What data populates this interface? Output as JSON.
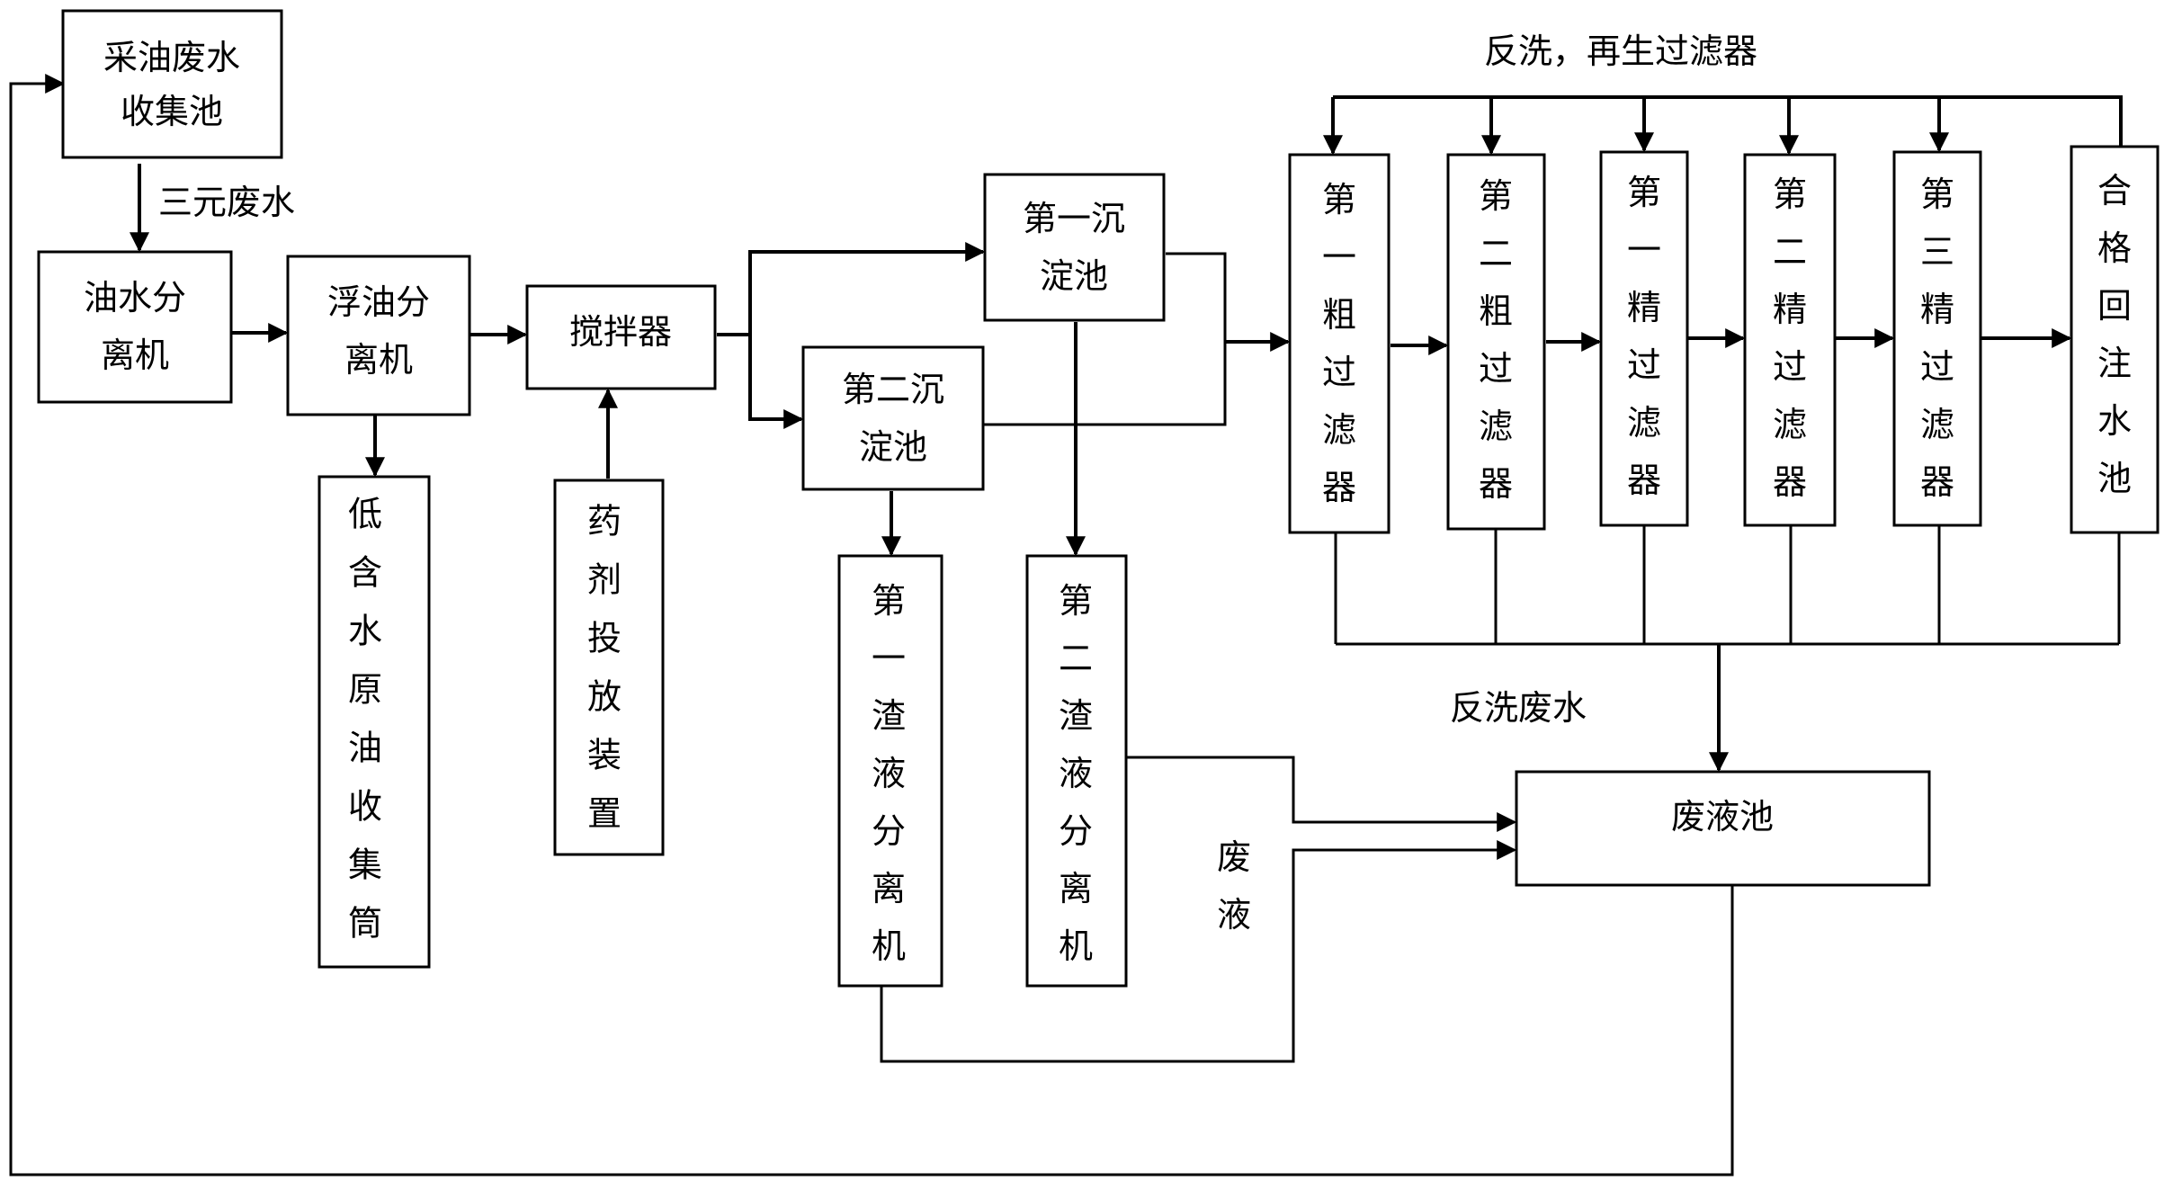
{
  "nodes": {
    "collection_pool": [
      "采油废水",
      "收集池"
    ],
    "oil_water_separator": [
      "油水分",
      "离机"
    ],
    "float_oil_separator": [
      "浮油分",
      "离机"
    ],
    "mixer": [
      "搅拌器"
    ],
    "low_water_crude": [
      "低",
      "含",
      "水",
      "原",
      "油",
      "收",
      "集",
      "筒"
    ],
    "dosing_device": [
      "药",
      "剂",
      "投",
      "放",
      "装",
      "置"
    ],
    "settling_tank_1": [
      "第一沉",
      "淀池"
    ],
    "settling_tank_2": [
      "第二沉",
      "淀池"
    ],
    "slag_separator_1": [
      "第",
      "一",
      "渣",
      "液",
      "分",
      "离",
      "机"
    ],
    "slag_separator_2": [
      "第",
      "二",
      "渣",
      "液",
      "分",
      "离",
      "机"
    ],
    "coarse_filter_1": [
      "第",
      "一",
      "粗",
      "过",
      "滤",
      "器"
    ],
    "coarse_filter_2": [
      "第",
      "二",
      "粗",
      "过",
      "滤",
      "器"
    ],
    "fine_filter_1": [
      "第",
      "一",
      "精",
      "过",
      "滤",
      "器"
    ],
    "fine_filter_2": [
      "第",
      "二",
      "精",
      "过",
      "滤",
      "器"
    ],
    "fine_filter_3": [
      "第",
      "三",
      "精",
      "过",
      "滤",
      "器"
    ],
    "qualified_pool": [
      "合",
      "格",
      "回",
      "注",
      "水",
      "池"
    ],
    "waste_pool": [
      "废液池"
    ]
  },
  "labels": {
    "ternary_wastewater": "三元废水",
    "backwash_regen": "反洗，再生过滤器",
    "backwash_wastewater": "反洗废水",
    "waste_liquid": [
      "废",
      "液"
    ]
  }
}
